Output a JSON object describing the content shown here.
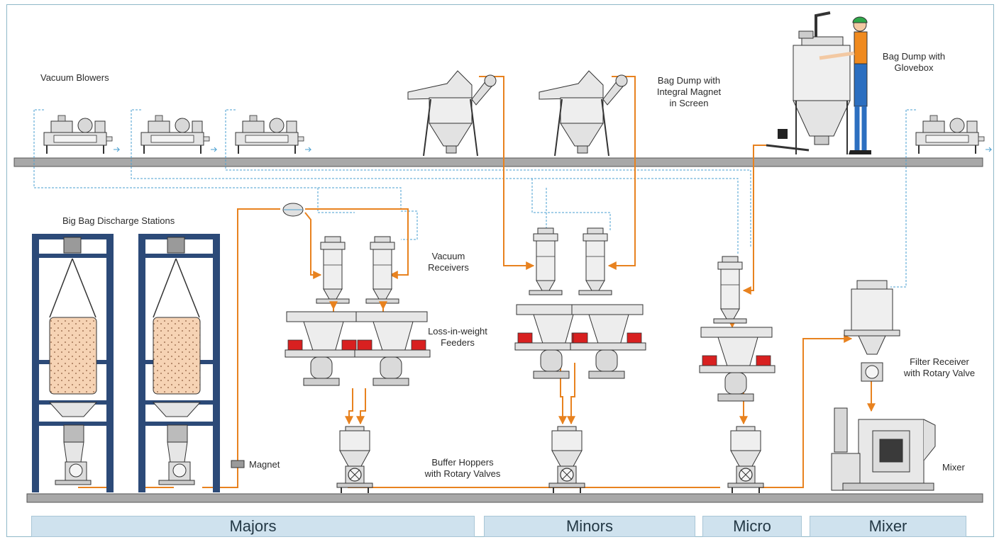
{
  "labels": {
    "vacuum_blowers": "Vacuum Blowers",
    "bag_dump_magnet": [
      "Bag Dump with",
      "Integral Magnet",
      "in Screen"
    ],
    "bag_dump_glovebox": [
      "Bag Dump with",
      "Glovebox"
    ],
    "big_bag": "Big Bag Discharge Stations",
    "vacuum_receivers": [
      "Vacuum",
      "Receivers"
    ],
    "liw_feeders": [
      "Loss-in-weight",
      "Feeders"
    ],
    "filter_receiver": [
      "Filter Receiver",
      "with Rotary Valve"
    ],
    "magnet": "Magnet",
    "buffer_hoppers": [
      "Buffer Hoppers",
      "with Rotary Valves"
    ],
    "mixer": "Mixer"
  },
  "sections": [
    "Majors",
    "Minors",
    "Micro",
    "Mixer"
  ],
  "colors": {
    "conveying_line": "#e8821f",
    "vacuum_line": "#4a9fd0",
    "floor": "#a8a8a8",
    "frame_blue": "#2c4a78",
    "bag_fill": "#f6d3b4",
    "equipment": "#e6e6e6",
    "section_bg": "#cfe2ee"
  }
}
